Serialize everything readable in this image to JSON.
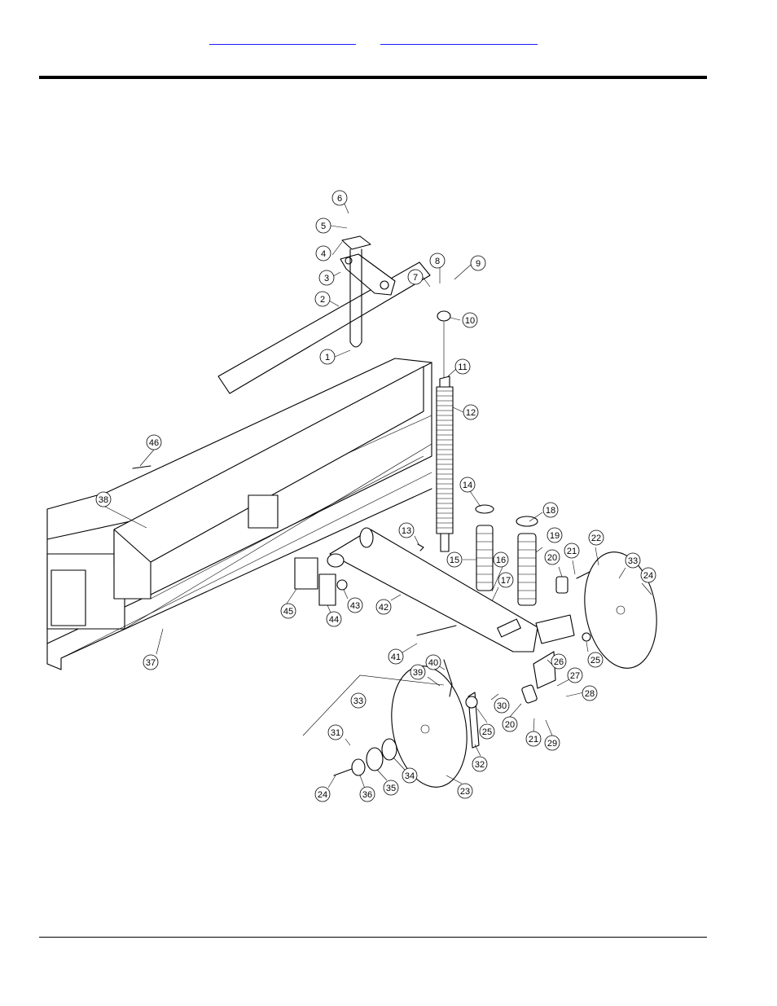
{
  "header": {
    "links": [
      "",
      ""
    ]
  },
  "diagram": {
    "callouts": [
      "6",
      "5",
      "4",
      "7",
      "8",
      "9",
      "3",
      "2",
      "10",
      "1",
      "11",
      "12",
      "46",
      "14",
      "18",
      "38",
      "13",
      "15",
      "16",
      "19",
      "20",
      "21",
      "22",
      "33",
      "17",
      "24",
      "45",
      "43",
      "42",
      "44",
      "37",
      "41",
      "25",
      "26",
      "40",
      "39",
      "27",
      "28",
      "33",
      "30",
      "20",
      "21",
      "25",
      "31",
      "32",
      "29",
      "23",
      "34",
      "35",
      "36",
      "24"
    ]
  }
}
